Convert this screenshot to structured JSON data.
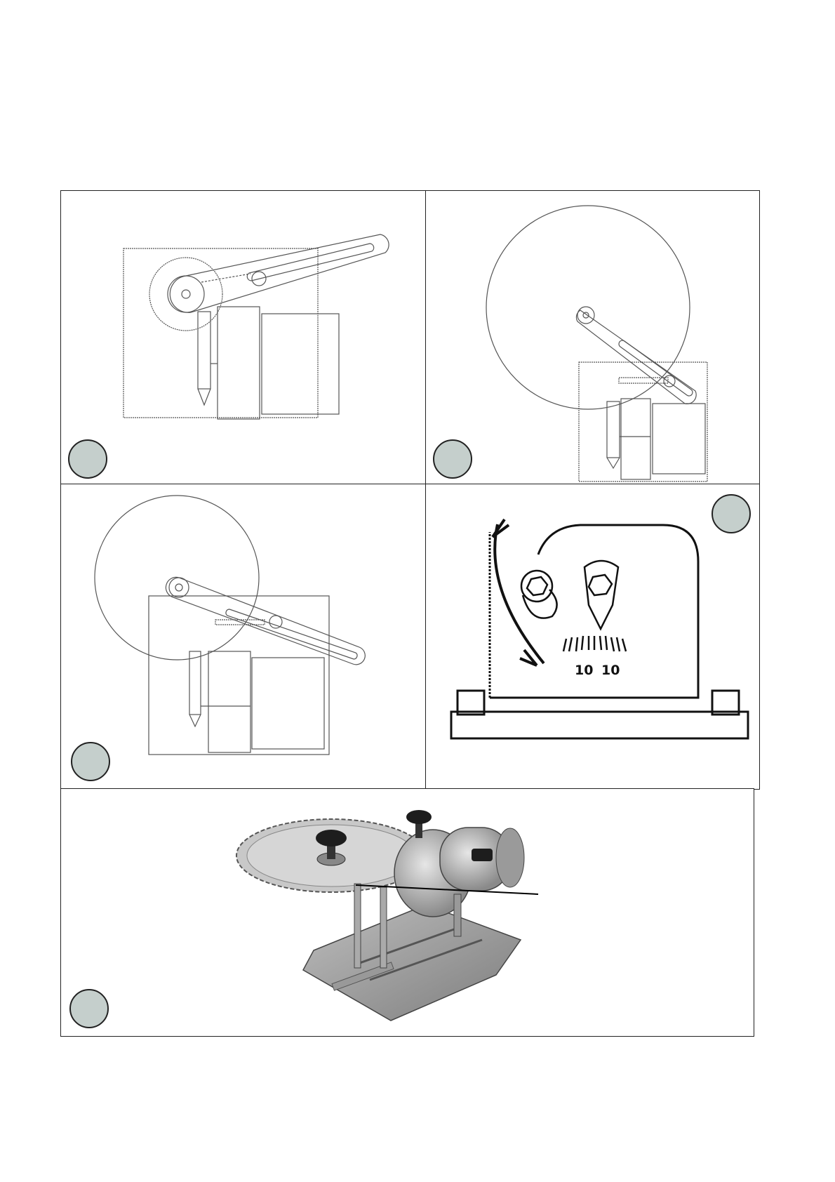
{
  "figure": {
    "panels": [
      {
        "id": "panel-1",
        "badge_text": ""
      },
      {
        "id": "panel-2",
        "badge_text": ""
      },
      {
        "id": "panel-3",
        "badge_text": ""
      },
      {
        "id": "panel-4",
        "badge_text": "",
        "scale_labels": [
          "10",
          "10"
        ]
      },
      {
        "id": "panel-5",
        "badge_text": ""
      }
    ]
  }
}
